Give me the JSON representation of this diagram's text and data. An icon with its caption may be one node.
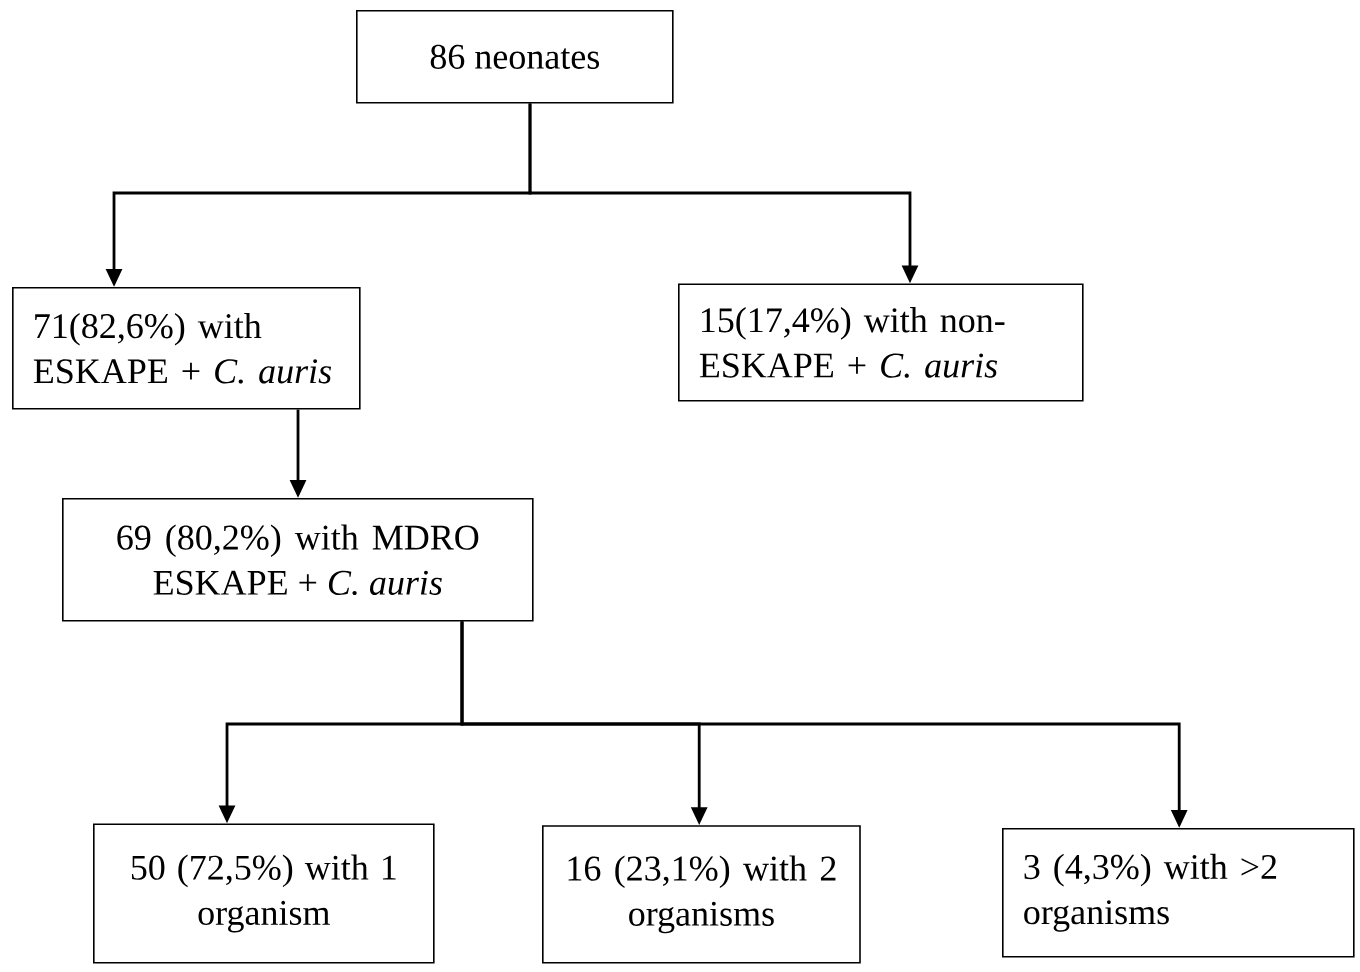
{
  "diagram": {
    "nodes": [
      {
        "text": [
          "86 neonates"
        ]
      },
      {
        "text": [
          "71(82,6%) with ESKAPE + *C. auris*"
        ]
      },
      {
        "text": [
          "15(17,4%) with non-ESKAPE + *C. auris*"
        ]
      },
      {
        "text": [
          "69 (80,2%) with MDRO ESKAPE + *C. auris*"
        ]
      },
      {
        "text": [
          "50 (72,5%) with 1 organism"
        ]
      },
      {
        "text": [
          "16 (23,1%) with 2 organisms"
        ]
      },
      {
        "text": [
          "3 (4,3%) with >2 organisms"
        ]
      }
    ],
    "edges": [
      {
        "from": 0,
        "to": 1,
        "arrow": "to"
      },
      {
        "from": 0,
        "to": 2,
        "arrow": "to"
      },
      {
        "from": 1,
        "to": 3,
        "arrow": "to"
      },
      {
        "from": 3,
        "to": 4,
        "arrow": "to"
      },
      {
        "from": 3,
        "to": 5,
        "arrow": "to"
      },
      {
        "from": 3,
        "to": 6,
        "arrow": "to"
      }
    ]
  }
}
